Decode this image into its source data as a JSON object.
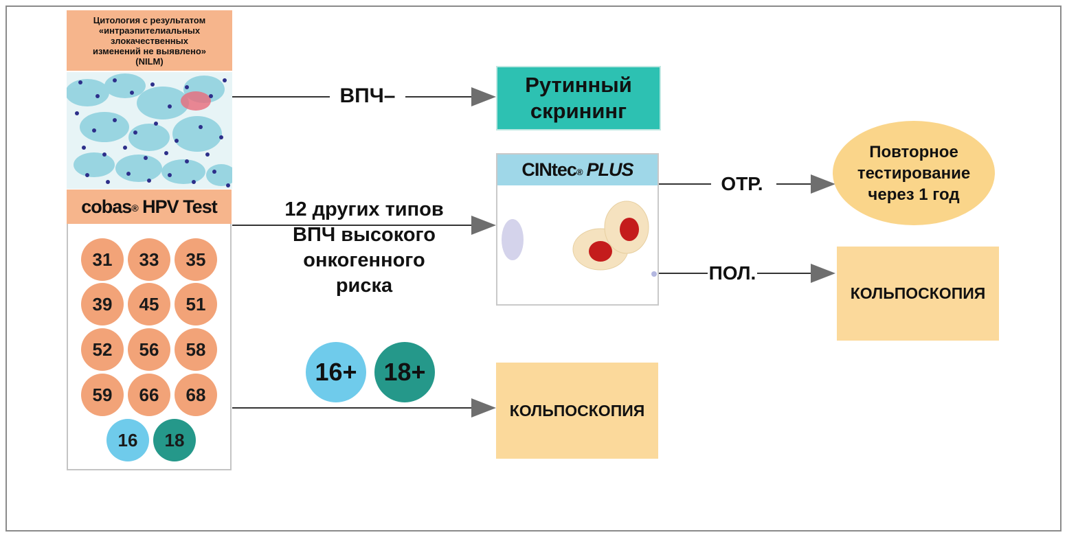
{
  "cytology": {
    "header": "Цитология с результатом\n«интраэпителиальных\nзлокачественных\nизменений не выявлено»\n(NILM)"
  },
  "cobas": {
    "brand": "cobas",
    "reg": "®",
    "title": "HPV Test"
  },
  "hpv_types": {
    "grid": [
      "31",
      "33",
      "35",
      "39",
      "45",
      "51",
      "52",
      "56",
      "58",
      "59",
      "66",
      "68"
    ],
    "type16": "16",
    "type18": "18",
    "colors": {
      "other": "#f2a378",
      "hpv16": "#6fcbeb",
      "hpv18": "#25988a"
    }
  },
  "arrows": {
    "hpv_negative": "ВПЧ–",
    "other_types": "12 других типов\nВПЧ высокого\nонкогенного\nриска",
    "neg_result": "ОТР.",
    "pos_result": "ПОЛ."
  },
  "badges": {
    "hpv16_pos": "16+",
    "hpv18_pos": "18+"
  },
  "outcomes": {
    "routine": "Рутинный\nскрининг",
    "retest": "Повторное\nтестирование\nчерез 1 год",
    "colposcopy_after_cintec": "КОЛЬПОСКОПИЯ",
    "colposcopy_direct": "КОЛЬПОСКОПИЯ"
  },
  "cintec": {
    "name": "CINtec",
    "reg": "®",
    "suffix": "PLUS"
  }
}
